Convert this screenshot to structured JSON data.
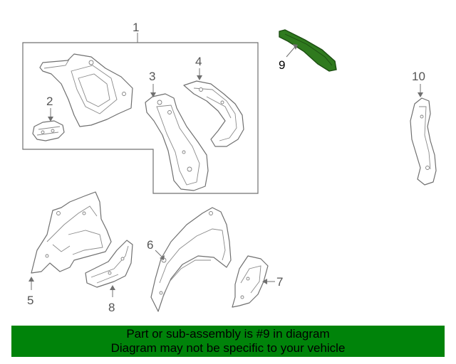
{
  "callouts": {
    "c1": "1",
    "c2": "2",
    "c3": "3",
    "c4": "4",
    "c5": "5",
    "c6": "6",
    "c7": "7",
    "c8": "8",
    "c9": "9",
    "c10": "10"
  },
  "highlight_part": "9",
  "colors": {
    "banner_bg": "#00830a",
    "highlight_fill": "#2f7a1e",
    "line": "#707070"
  },
  "banner": {
    "line1": "Part or sub-assembly is #9 in diagram",
    "line2": "Diagram may not be specific to your vehicle"
  }
}
